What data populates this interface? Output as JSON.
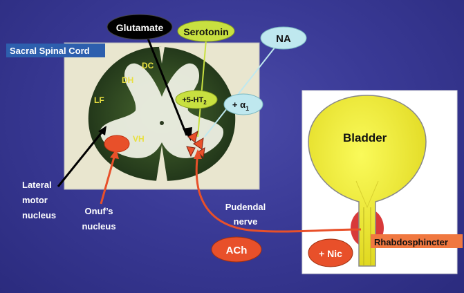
{
  "title": "Sacral Spinal Cord",
  "neurotransmitters": {
    "glutamate": "Glutamate",
    "serotonin": "Serotonin",
    "na": "NA",
    "ach": "ACh"
  },
  "receptors": {
    "ht2_prefix": "+5-HT",
    "ht2_sub": "2",
    "alpha_prefix": "+ α",
    "alpha_sub": "1",
    "nic": "+ Nic"
  },
  "cord_regions": {
    "dc": "DC",
    "dh": "DH",
    "lf": "LF",
    "vh": "VH"
  },
  "labels": {
    "lateral_motor_1": "Lateral",
    "lateral_motor_2": "motor",
    "lateral_motor_3": "nucleus",
    "onuf_1": "Onuf’s",
    "onuf_2": "nucleus",
    "pudendal_1": "Pudendal",
    "pudendal_2": "nerve",
    "bladder": "Bladder",
    "rhabdo": "Rhabdosphincter"
  },
  "colors": {
    "background": "#3a3a96",
    "cord_panel": "#e8e4cc",
    "white_matter": "#2f4a22",
    "gray_matter": "#eef0e4",
    "region_label": "#e8e040",
    "serotonin": "#c8e040",
    "na": "#bfe8ef",
    "onuf": "#e8502a",
    "bladder": "#f2ec2a",
    "sphincter": "#d83a3a"
  }
}
